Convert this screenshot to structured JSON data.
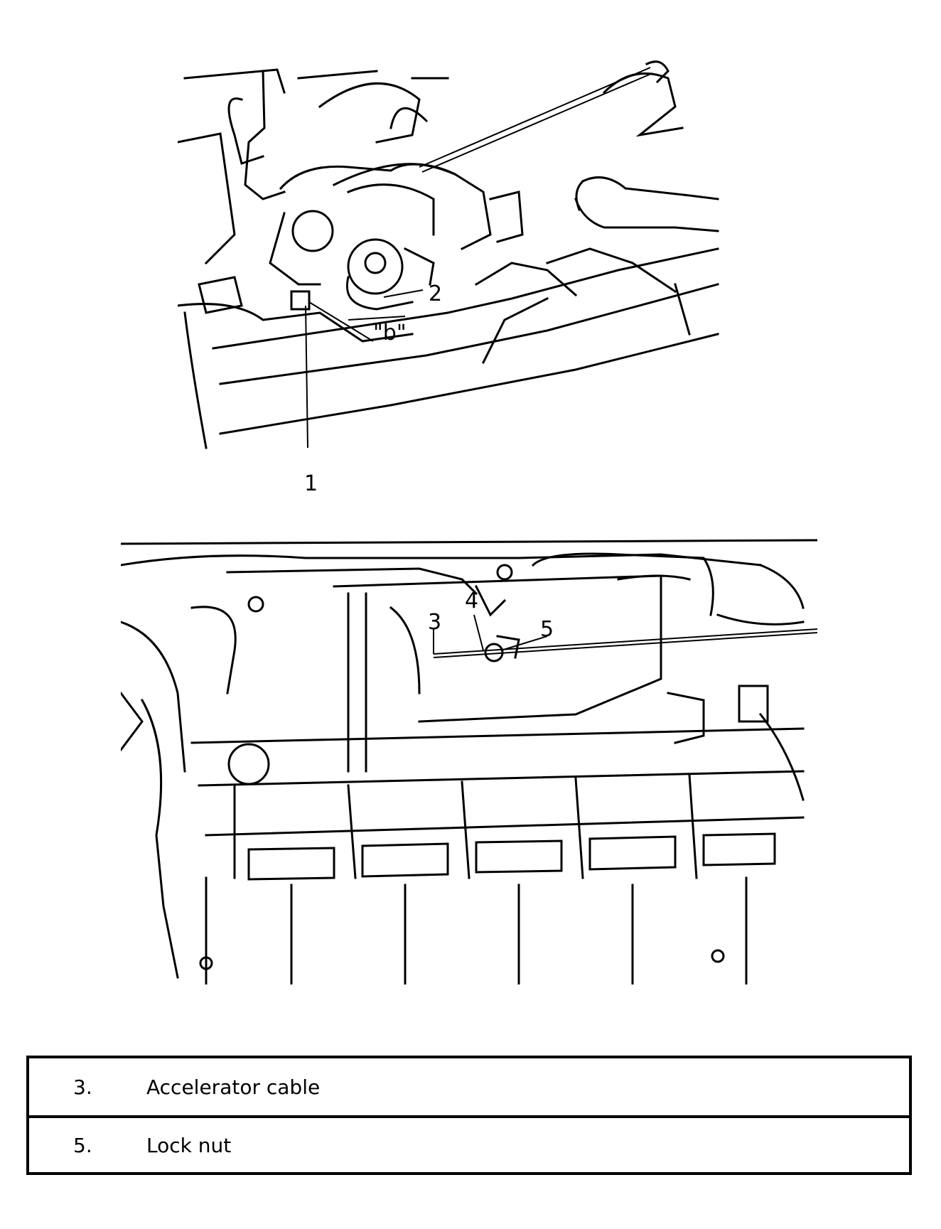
{
  "figure_top": {
    "callouts": [
      "1",
      "2",
      "\"b\""
    ]
  },
  "figure_bottom": {
    "callouts": [
      "3",
      "4",
      "5"
    ]
  },
  "legend": [
    {
      "num": "3.",
      "text": "Accelerator cable"
    },
    {
      "num": "5.",
      "text": "Lock nut"
    }
  ]
}
